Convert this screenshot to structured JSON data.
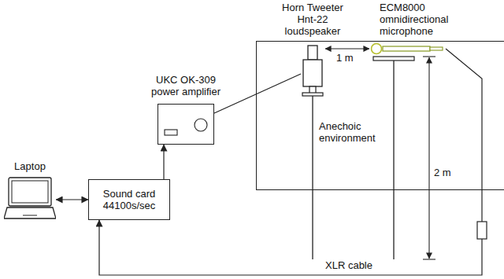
{
  "diagram": {
    "nodes": [
      {
        "text": [
          "Laptop"
        ]
      },
      {
        "text": [
          "Sound card 44100s/sec"
        ]
      },
      {
        "text": [
          "UKC OK-309 power amplifier"
        ]
      },
      {
        "text": [
          "Horn Tweeter Hnt-22 loudspeaker"
        ]
      },
      {
        "text": [
          "ECM8000 omnidirectional microphone"
        ]
      },
      {
        "text": [
          "Anechoic environment"
        ]
      }
    ],
    "edges": [
      {
        "from": 0,
        "to": 1,
        "arrow": "both"
      },
      {
        "from": 1,
        "to": 2,
        "arrow": "to"
      },
      {
        "from": 2,
        "to": 3,
        "arrow": "none"
      },
      {
        "from": 4,
        "to": 1,
        "arrow": "to"
      }
    ],
    "labels": [
      "1 m",
      "2 m",
      "XLR cable"
    ]
  }
}
